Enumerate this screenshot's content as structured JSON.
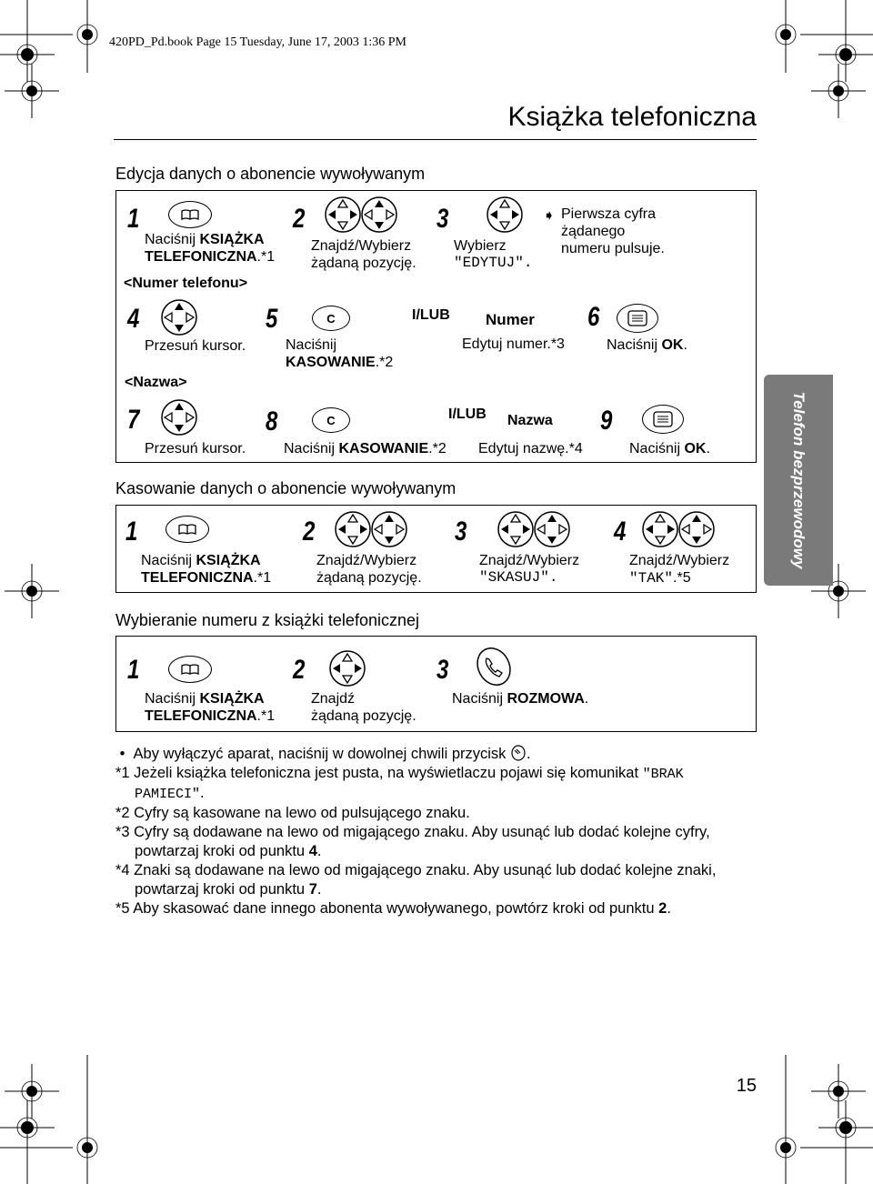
{
  "header": "420PD_Pd.book  Page 15  Tuesday, June 17, 2003  1:36 PM",
  "chapter_title": "Książka telefoniczna",
  "side_tab": "Telefon bezprzewodowy",
  "page_number": "15",
  "section1": {
    "title": "Edycja danych o abonencie wywoływanym",
    "s1": {
      "num": "1",
      "l1_pre": "Naciśnij ",
      "l1_bold": "KSIĄŻKA",
      "l2_bold": "TELEFONICZNA",
      "l2_post": ".*1",
      "l3": "<Numer telefonu>"
    },
    "s2": {
      "num": "2",
      "l1": "Znajdź/Wybierz",
      "l2": "żądaną pozycję."
    },
    "s3": {
      "num": "3",
      "l1": "Wybierz",
      "l2": "\"EDYTUJ\"."
    },
    "note": {
      "arrow": "➧",
      "l1": "Pierwsza cyfra",
      "l2": "żądanego",
      "l3": "numeru pulsuje."
    },
    "s4": {
      "num": "4",
      "l1": "Przesuń kursor.",
      "l2": "<Nazwa>"
    },
    "s5": {
      "num": "5",
      "key": "C",
      "l1": "Naciśnij",
      "l2_bold": "KASOWANIE",
      "l2_post": ".*2"
    },
    "or1": "I/LUB",
    "numer_label": "Numer",
    "numer_text": "Edytuj numer.*3",
    "s6": {
      "num": "6",
      "l1_pre": "Naciśnij ",
      "l1_bold": "OK",
      "l1_post": "."
    },
    "s7": {
      "num": "7",
      "l1": "Przesuń kursor."
    },
    "s8": {
      "num": "8",
      "key": "C",
      "l1_pre": "Naciśnij ",
      "l1_bold": "KASOWANIE",
      "l1_post": ".*2"
    },
    "or2": "I/LUB",
    "nazwa_label": "Nazwa",
    "nazwa_text": "Edytuj nazwę.*4",
    "s9": {
      "num": "9",
      "l1_pre": "Naciśnij ",
      "l1_bold": "OK",
      "l1_post": "."
    }
  },
  "section2": {
    "title": "Kasowanie danych o abonencie wywoływanym",
    "s1": {
      "num": "1",
      "l1_pre": "Naciśnij ",
      "l1_bold": "KSIĄŻKA",
      "l2_bold": "TELEFONICZNA",
      "l2_post": ".*1"
    },
    "s2": {
      "num": "2",
      "l1": "Znajdź/Wybierz",
      "l2": "żądaną pozycję."
    },
    "s3": {
      "num": "3",
      "l1": "Znajdź/Wybierz",
      "l2": "\"SKASUJ\"."
    },
    "s4": {
      "num": "4",
      "l1": "Znajdź/Wybierz",
      "l2_mono": "\"TAK\"",
      "l2_post": ".*5"
    }
  },
  "section3": {
    "title": "Wybieranie numeru  z książki telefonicznej",
    "s1": {
      "num": "1",
      "l1_pre": "Naciśnij ",
      "l1_bold": "KSIĄŻKA",
      "l2_bold": "TELEFONICZNA",
      "l2_post": ".*1"
    },
    "s2": {
      "num": "2",
      "l1": "Znajdź",
      "l2": "żądaną pozycję."
    },
    "s3": {
      "num": "3",
      "l1_pre": "Naciśnij ",
      "l1_bold": "ROZMOWA",
      "l1_post": "."
    }
  },
  "footnotes": {
    "bullet_pre": "Aby wyłączyć aparat, naciśnij w dowolnej chwili przycisk ",
    "bullet_post": ".",
    "n1_pre": "*1 Jeżeli książka telefoniczna jest pusta, na wyświetlaczu pojawi się komunikat ",
    "n1_mono": "\"BRAK PAMIECI\"",
    "n1_post": ".",
    "n2": "*2 Cyfry są kasowane na lewo od pulsującego znaku.",
    "n3_pre": "*3 Cyfry są dodawane na lewo od migającego znaku. Aby usunąć lub dodać kolejne cyfry, powtarzaj kroki od punktu ",
    "n3_bold": "4",
    "n3_post": ".",
    "n4_pre": "*4 Znaki są dodawane na lewo od migającego znaku. Aby usunąć lub dodać kolejne znaki, powtarzaj kroki od punktu ",
    "n4_bold": "7",
    "n4_post": ".",
    "n5_pre": "*5 Aby skasować dane innego abonenta wywoływanego, powtórz kroki od punktu ",
    "n5_bold": "2",
    "n5_post": "."
  }
}
